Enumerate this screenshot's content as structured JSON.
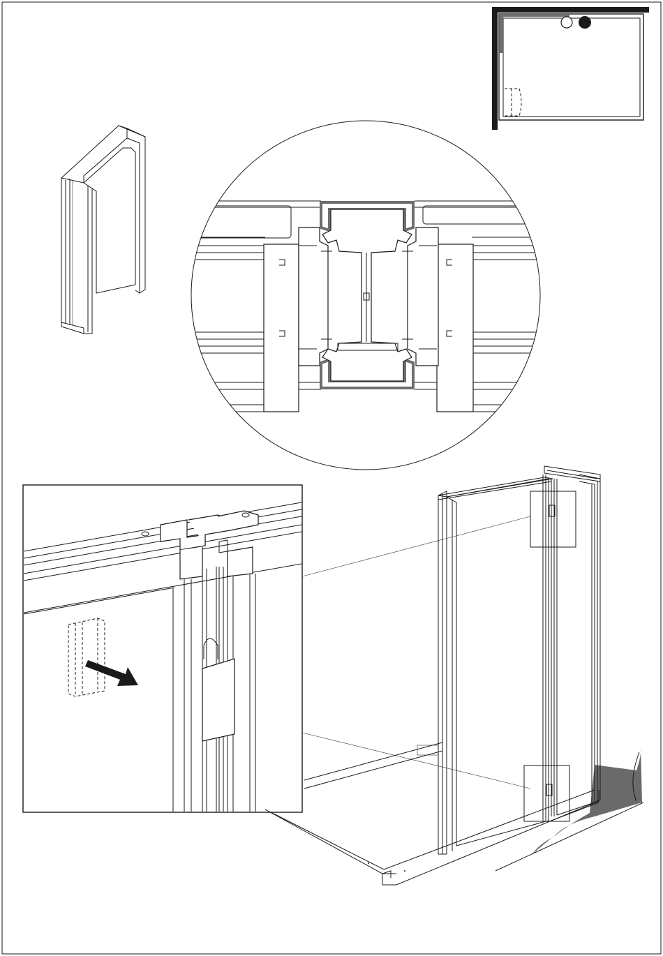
{
  "diagram": {
    "kind": "assembly-instruction",
    "legend_markers": [
      {
        "name": "open-circle-marker",
        "fill": "#ffffff"
      },
      {
        "name": "filled-circle-marker",
        "fill": "#1a1a1a"
      }
    ],
    "colors": {
      "line": "#1a1a1a",
      "profile_highlight": "#6e6e6e",
      "wall": "#1a1a1a",
      "floor_shadow": "#6a6a6a"
    },
    "step_arrow_icon": "arrow-down-right-icon"
  }
}
